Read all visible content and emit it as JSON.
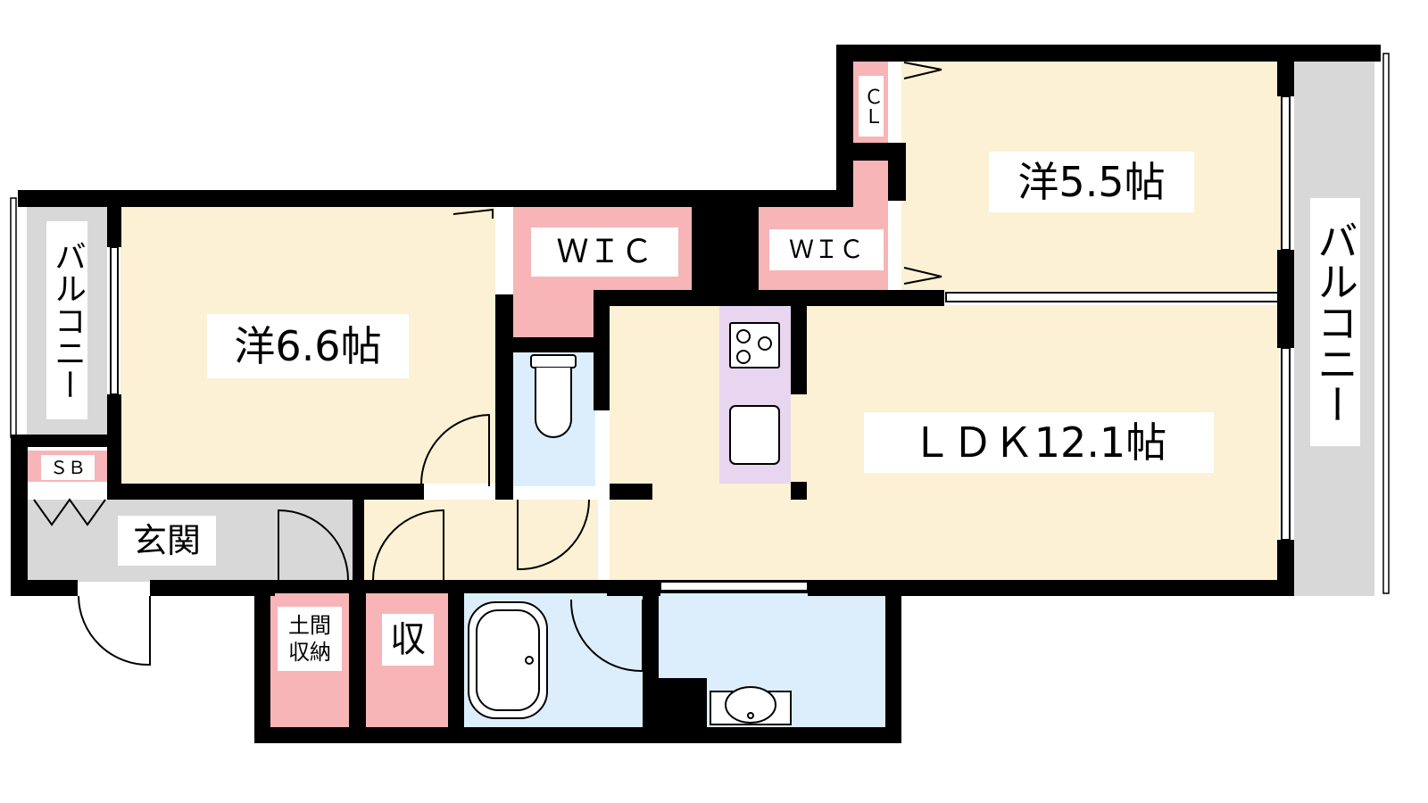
{
  "colors": {
    "wall": "#000000",
    "room_floor": "#fcf1d4",
    "storage": "#f7b5b8",
    "water": "#dceefc",
    "kitchen": "#e8d6f0",
    "balcony": "#d8d8d8",
    "entrance": "#d8d8d8"
  },
  "rooms": {
    "western_large": "洋6.6帖",
    "western_small": "洋5.5帖",
    "ldk": "ＬＤＫ12.1帖",
    "entrance": "玄関",
    "wic_left": "ＷＩＣ",
    "wic_right": "ＷＩＣ",
    "closet": "ＣＬ",
    "shoe_box": "ＳＢ",
    "doma_storage_line1": "土間",
    "doma_storage_line2": "収納",
    "storage": "収",
    "balcony_left": "バルコニー",
    "balcony_right": "バルコニー"
  },
  "icons": [
    "stove-icon",
    "sink-icon",
    "toilet-icon",
    "bathtub-icon",
    "washbasin-icon"
  ]
}
